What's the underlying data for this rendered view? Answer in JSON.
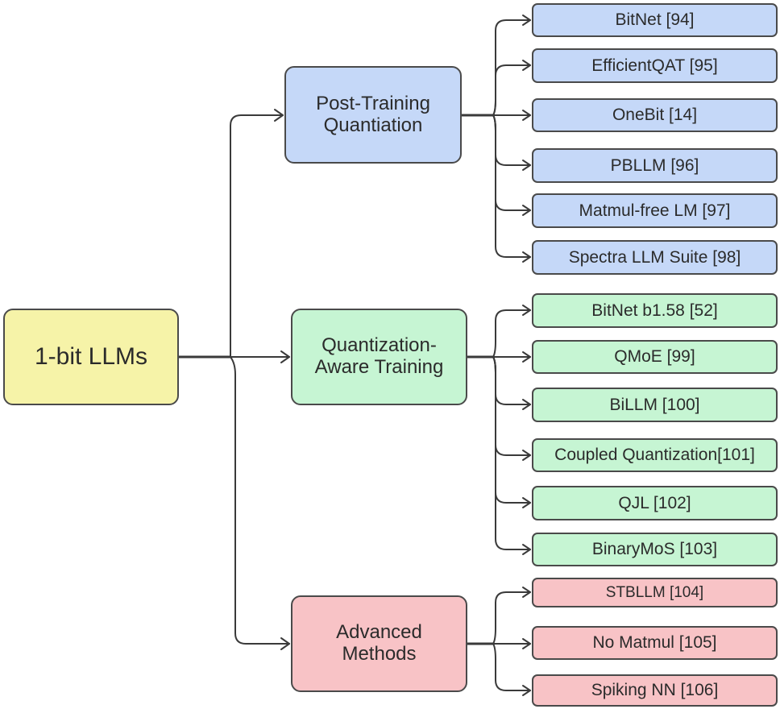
{
  "diagram": {
    "root": {
      "label": "1-bit LLMs",
      "color": "#f6f3a8"
    },
    "categories": [
      {
        "label": "Post-Training Quantiation",
        "label_lines": [
          "Post-Training",
          "Quantiation"
        ],
        "color": "#c5d8f8",
        "children": [
          "BitNet [94]",
          "EfficientQAT [95]",
          "OneBit [14]",
          "PBLLM [96]",
          "Matmul-free LM [97]",
          "Spectra LLM Suite [98]"
        ]
      },
      {
        "label": "Quantization-Aware Training",
        "label_lines": [
          "Quantization-",
          "Aware Training"
        ],
        "color": "#c6f5d3",
        "children": [
          "BitNet b1.58 [52]",
          "QMoE [99]",
          "BiLLM [100]",
          "Coupled Quantization[101]",
          "QJL [102]",
          "BinaryMoS [103]"
        ]
      },
      {
        "label": "Advanced Methods",
        "label_lines": [
          "Advanced",
          "Methods"
        ],
        "color": "#f8c3c6",
        "children": [
          "STBLLM [104]",
          "No Matmul [105]",
          "Spiking NN [106]"
        ]
      }
    ]
  }
}
